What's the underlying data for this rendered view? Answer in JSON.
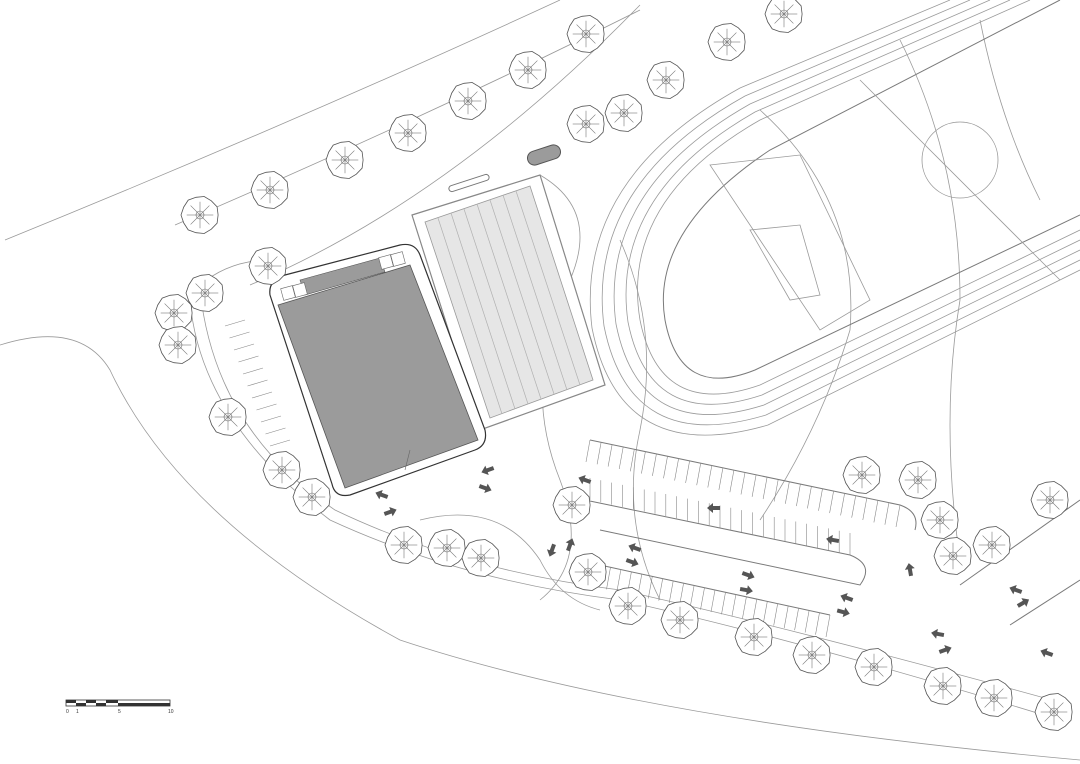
{
  "drawing": {
    "type": "site plan",
    "elements": [
      "trees",
      "running-track",
      "sports-hall",
      "tennis-courts",
      "parking-rows",
      "traffic-arrows",
      "scale-bar"
    ]
  },
  "scale_bar": {
    "labels": [
      "0",
      "1",
      "5",
      "10"
    ]
  },
  "colors": {
    "line": "#9a9a9a",
    "building_fill": "#9b9b9b",
    "court_fill": "#e6e6e6",
    "arrow": "#555555"
  }
}
